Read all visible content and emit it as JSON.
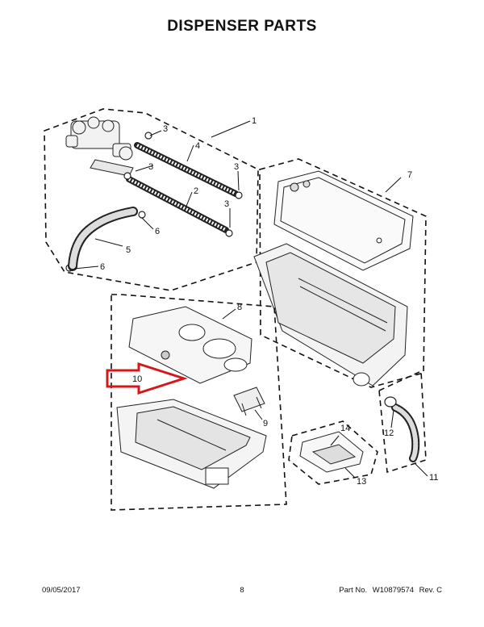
{
  "title": "DISPENSER PARTS",
  "footer": {
    "date": "09/05/2017",
    "page": "8",
    "part_label": "Part No.",
    "part_number": "W10879574",
    "revision": "Rev. C"
  },
  "callouts": [
    "1",
    "2",
    "3",
    "4",
    "5",
    "6",
    "7",
    "8",
    "9",
    "10",
    "11",
    "12",
    "13",
    "14"
  ],
  "colors": {
    "line": "#111111",
    "highlight_arrow": "#d4171b"
  }
}
